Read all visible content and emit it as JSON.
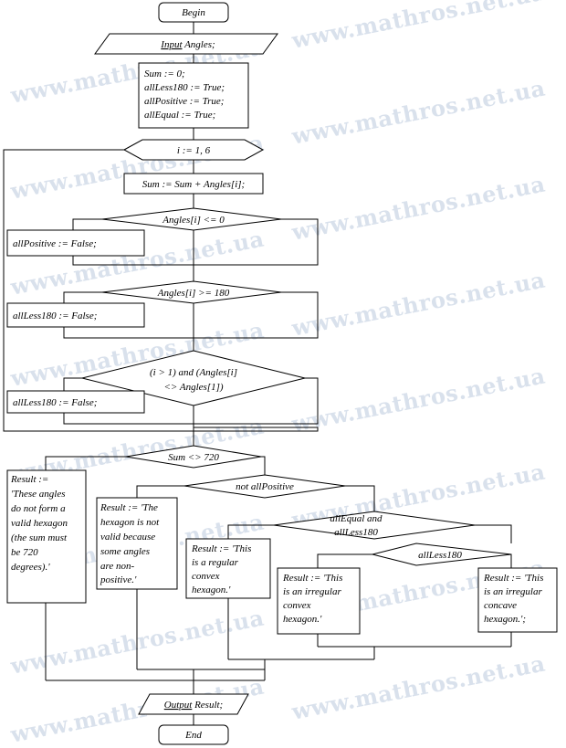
{
  "watermark": "www.mathros.net.ua",
  "colors": {
    "line": "#000000",
    "fill": "#ffffff",
    "watermark": "#d9e1ec"
  },
  "flowchart": {
    "begin": "Begin",
    "input_keyword": "Input",
    "input_rest": " Angles;",
    "init": [
      "Sum := 0;",
      "allLess180 := True;",
      "allPositive := True;",
      "allEqual := True;"
    ],
    "loop": "i := 1, 6",
    "sum_step": "Sum := Sum + Angles[i];",
    "cond_le0": "Angles[i] <= 0",
    "set_allpositive_false": "allPositive := False;",
    "cond_ge180": "Angles[i] >= 180",
    "set_allless180_false_1": "allLess180 := False;",
    "cond_equal": [
      "(i > 1) and (Angles[i]",
      "<> Angles[1])"
    ],
    "set_allless180_false_2": "allLess180 := False;",
    "cond_sum": "Sum <> 720",
    "result_invalid_sum": [
      "Result :=",
      "'These angles",
      "do not form a",
      "valid hexagon",
      "(the sum must",
      "be 720",
      "degrees).'"
    ],
    "cond_notpositive": "not allPositive",
    "result_nonpositive": [
      "Result := 'The",
      "hexagon is not",
      "valid because",
      "some angles",
      "are non-",
      "positive.'"
    ],
    "cond_regular": [
      "allEqual and",
      "allLess180"
    ],
    "result_regular": [
      "Result := 'This",
      "is a regular",
      "convex",
      "hexagon.'"
    ],
    "cond_less180": "allLess180",
    "result_irregular_convex": [
      "Result := 'This",
      "is an irregular",
      "convex",
      "hexagon.'"
    ],
    "result_irregular_concave": [
      "Result := 'This",
      "is an irregular",
      "concave",
      "hexagon.';"
    ],
    "output_keyword": "Output",
    "output_rest": " Result;",
    "end": "End"
  }
}
